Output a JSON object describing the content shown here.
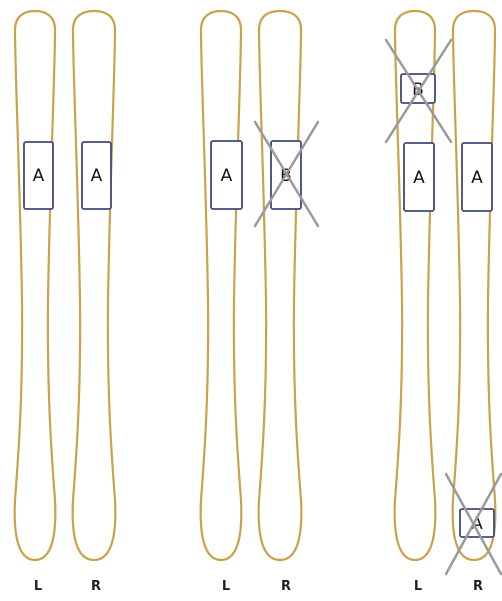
{
  "colors": {
    "ski_outline": "#c9a24b",
    "box_outline": "#3e4a7a",
    "cross": "#9a9a9a"
  },
  "panels": [
    {
      "left_ski": {
        "label": "L",
        "boxes": [
          {
            "text": "A",
            "crossed": false
          }
        ]
      },
      "right_ski": {
        "label": "R",
        "boxes": [
          {
            "text": "A",
            "crossed": false
          }
        ]
      }
    },
    {
      "left_ski": {
        "label": "L",
        "boxes": [
          {
            "text": "A",
            "crossed": false
          }
        ]
      },
      "right_ski": {
        "label": "R",
        "boxes": [
          {
            "text": "B",
            "crossed": true
          }
        ]
      }
    },
    {
      "left_ski": {
        "label": "L",
        "boxes": [
          {
            "text": "B",
            "crossed": true
          },
          {
            "text": "A",
            "crossed": false
          }
        ]
      },
      "right_ski": {
        "label": "R",
        "boxes": [
          {
            "text": "A",
            "crossed": false
          },
          {
            "text": "A",
            "crossed": true
          }
        ]
      }
    }
  ]
}
